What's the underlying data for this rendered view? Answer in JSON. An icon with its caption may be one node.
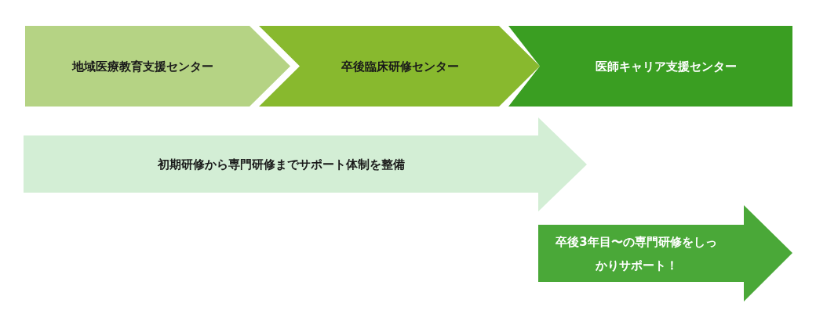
{
  "diagram": {
    "nodes": [
      {
        "text": [
          "地域医療教育支援センター"
        ]
      },
      {
        "text": [
          "卒後臨床研修センター"
        ]
      },
      {
        "text": [
          "医師キャリア支援センター"
        ]
      },
      {
        "text": [
          "初期研修から専門研修までサポート体制を整備"
        ]
      },
      {
        "text": [
          "卒後3年目〜の専門研修をしっかりサポート！"
        ]
      }
    ]
  }
}
